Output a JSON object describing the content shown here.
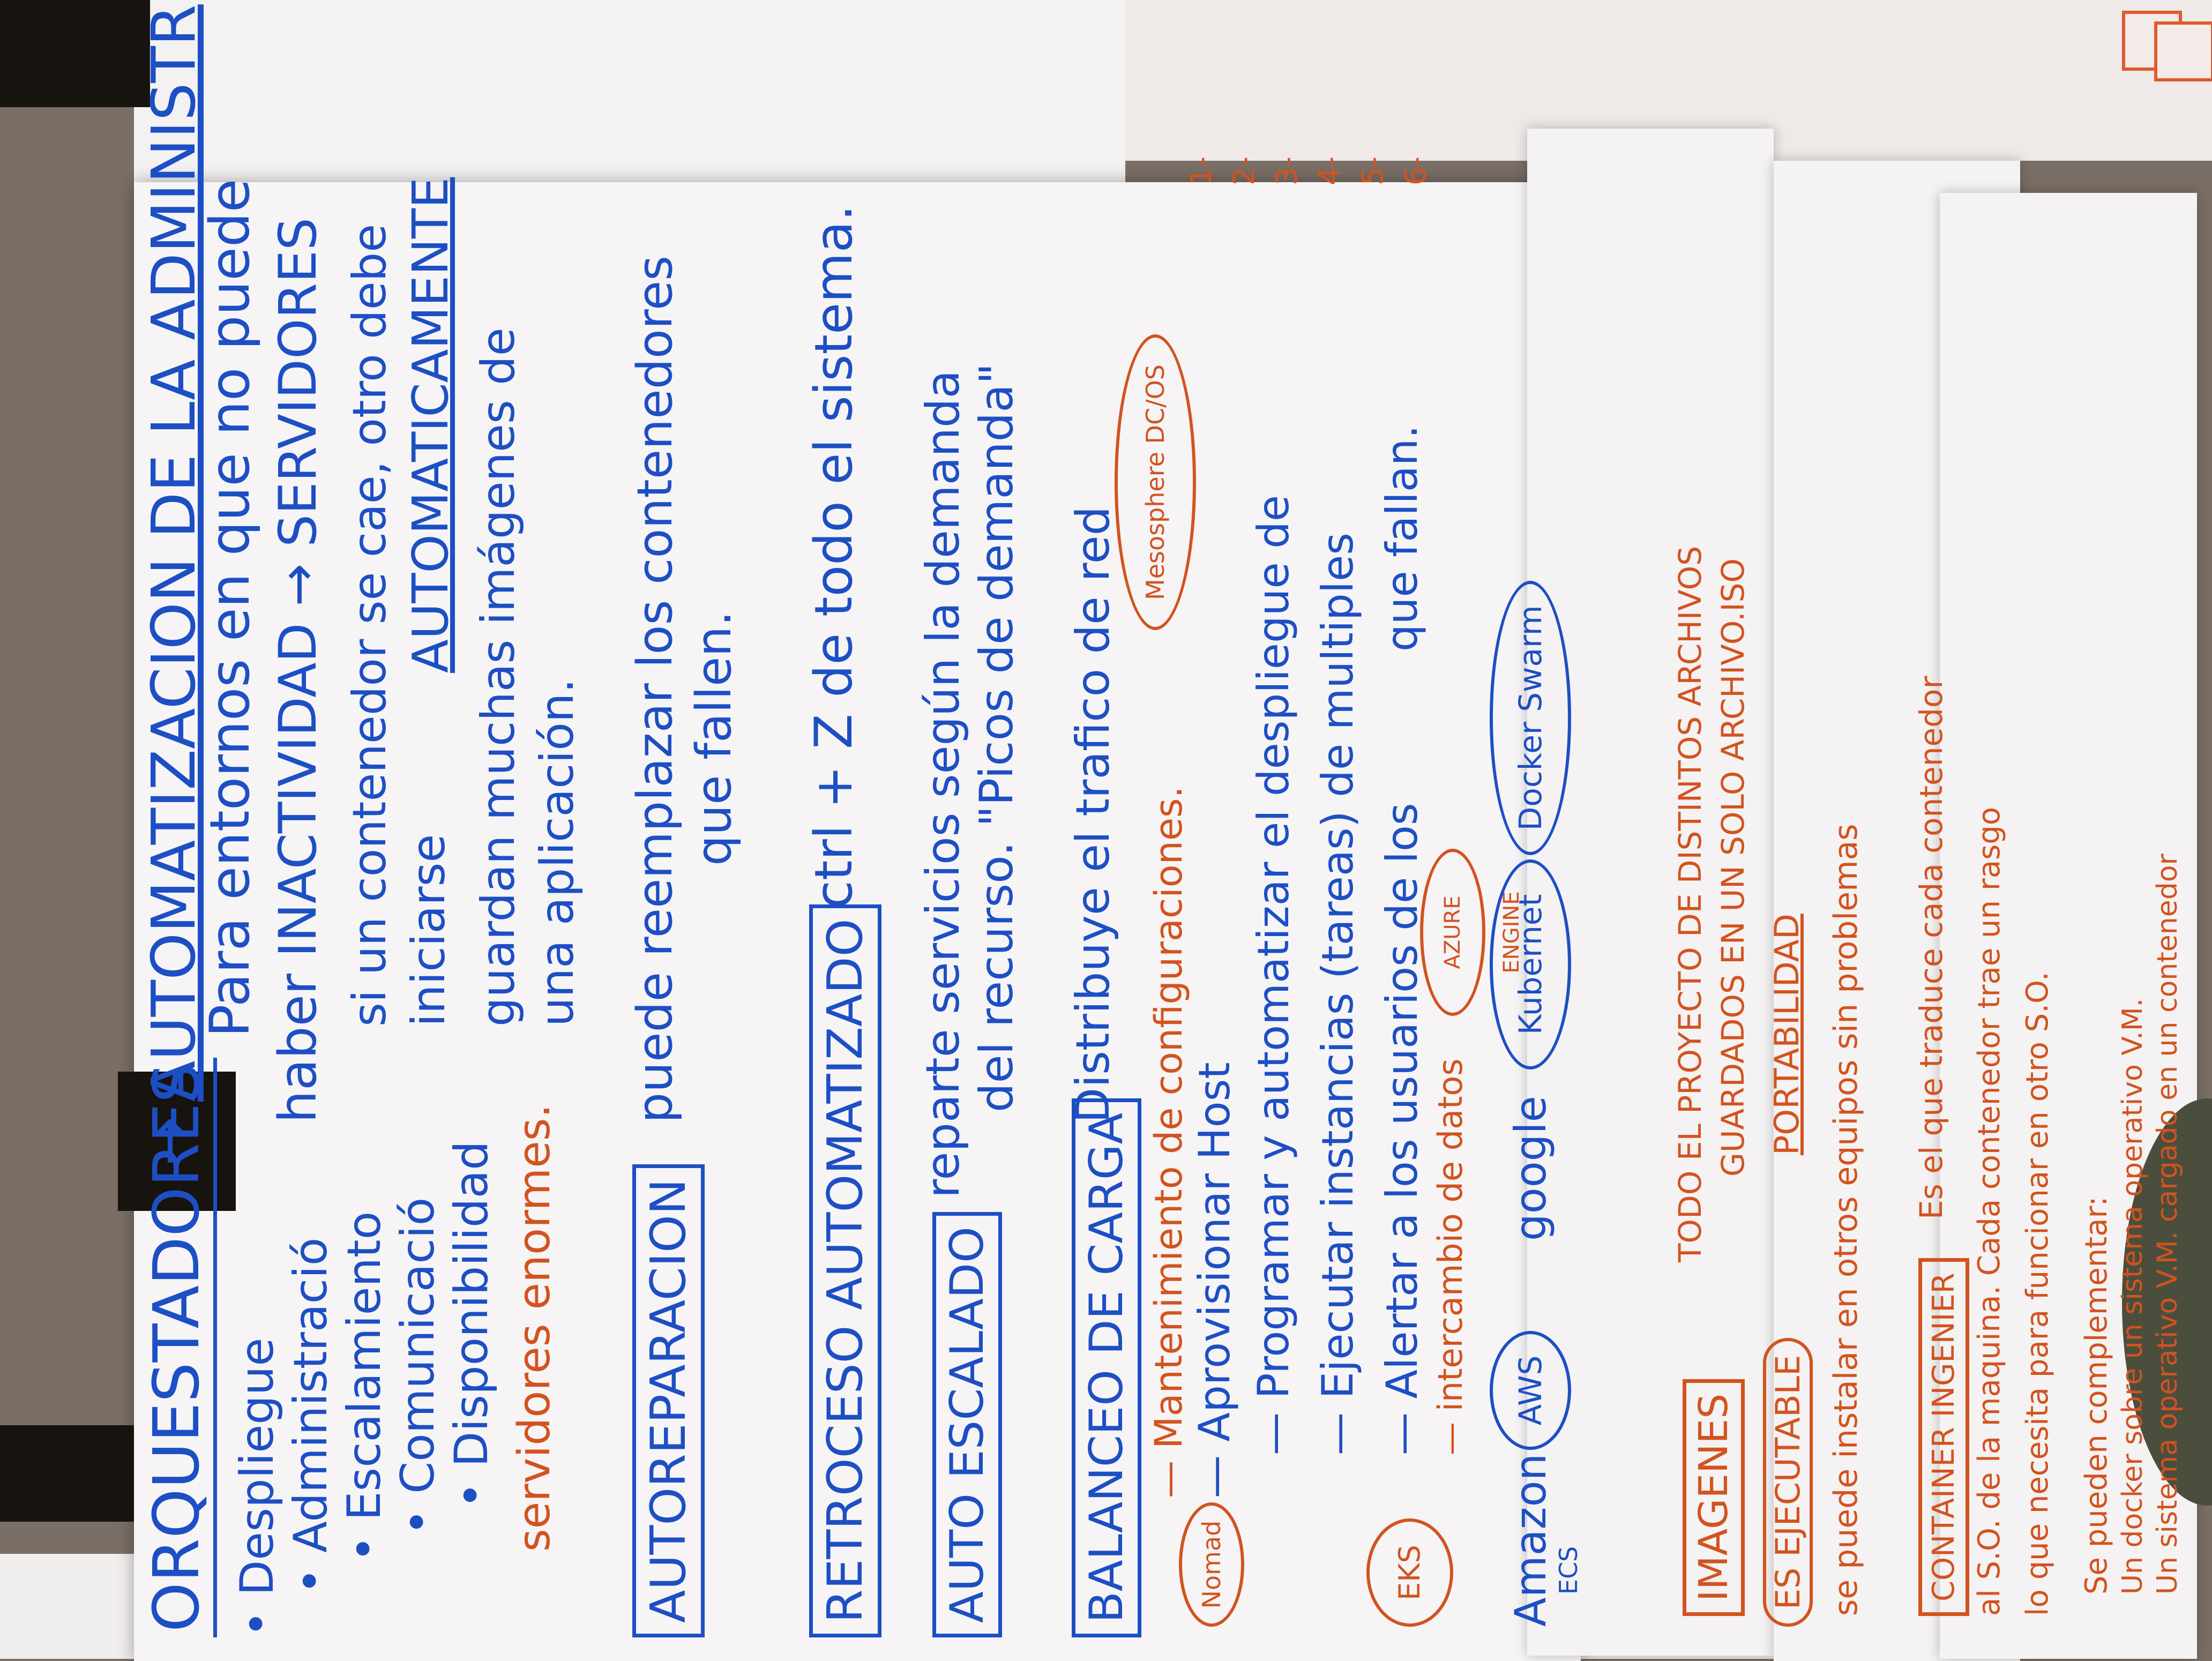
{
  "title_block": {
    "orquestadores": "ORQUESTADORES",
    "arrow": "→",
    "automatizacion": "AUTOMATIZACION DE LA ADMINISTR"
  },
  "bullets": [
    "• Despliegue",
    "• Administració",
    "• Escalamiento",
    "• Comunicació",
    "• Disponibilidad"
  ],
  "servers_line": "servidores enormes.",
  "definition": {
    "line1": "Para entornos en que no puede",
    "line2": "haber INACTIVIDAD → SERVIDORES",
    "line3": "si un contenedor se cae, otro debe",
    "line4_prefix": "iniciarse",
    "line4_keyword": "AUTOMATICAMENTE",
    "line5": "guardan muchas imágenes de",
    "line6": "una aplicación."
  },
  "autoreparacion": {
    "label": "AUTOREPARACION",
    "line1": "puede reemplazar los contenedores",
    "line2": "que fallen."
  },
  "retroceso": {
    "label": "RETROCESO AUTOMATIZADO",
    "text": "ctrl + Z de todo el sistema."
  },
  "autoescalado": {
    "label": "AUTO ESCALADO",
    "line1": "reparte servicios según la demanda",
    "line2": "del recurso. \"Picos de demanda\""
  },
  "balanceo": {
    "label": "BALANCEO DE CARGA",
    "text": "Distribuye el trafico de red"
  },
  "list_items": [
    "— Mantenimiento de configuraciones.",
    "— Aprovisionar Host",
    "— Programar y automatizar el despliegue de",
    "— Ejecutar instancias (tareas) de multiples",
    "— Alertar a los usuarios de los",
    "— intercambio de datos"
  ],
  "list_suffixes": {
    "tail_1": "que fallan."
  },
  "circled_labels": {
    "nomad": "Nomad",
    "eks": "EKS",
    "aws": "AWS",
    "mesosphere": "Mesosphere DC/OS",
    "azure": "AZURE ENGINE",
    "kubernet": "Kubernet",
    "docker": "Docker Swarm"
  },
  "providers_line": {
    "amazon": "Amazon",
    "ecs": "ECS",
    "google": "google"
  },
  "imagenes": {
    "label": "IMAGENES",
    "line1": "TODO EL PROYECTO DE DISTINTOS ARCHIVOS",
    "line2": "GUARDADOS EN UN SOLO ARCHIVO.ISO",
    "executable": "ES EJECUTABLE",
    "portability": "PORTABILIDAD",
    "line3": "se puede instalar en otros equipos sin problemas"
  },
  "container": {
    "label": "CONTAINER INGENIER",
    "line1": "Es el que traduce cada contenedor",
    "line2": "al S.O. de la maquina. Cada contenedor trae un rasgo",
    "line3": "lo que necesita para funcionar en otro S.O."
  },
  "complement": {
    "line1": "Se pueden complementar:",
    "line2": "Un docker sobre un sistema operativo V.M.",
    "line3": "Un sistema operativo V.M. cargado en un contenedor"
  },
  "side_numbers": [
    "1-",
    "2-",
    "3-",
    "4-",
    "5-",
    "6-"
  ],
  "colors": {
    "blue_ink": "#1d4fc4",
    "orange_ink": "#d2531f",
    "paper": "#f6f4f5",
    "tape": "#17130f"
  }
}
